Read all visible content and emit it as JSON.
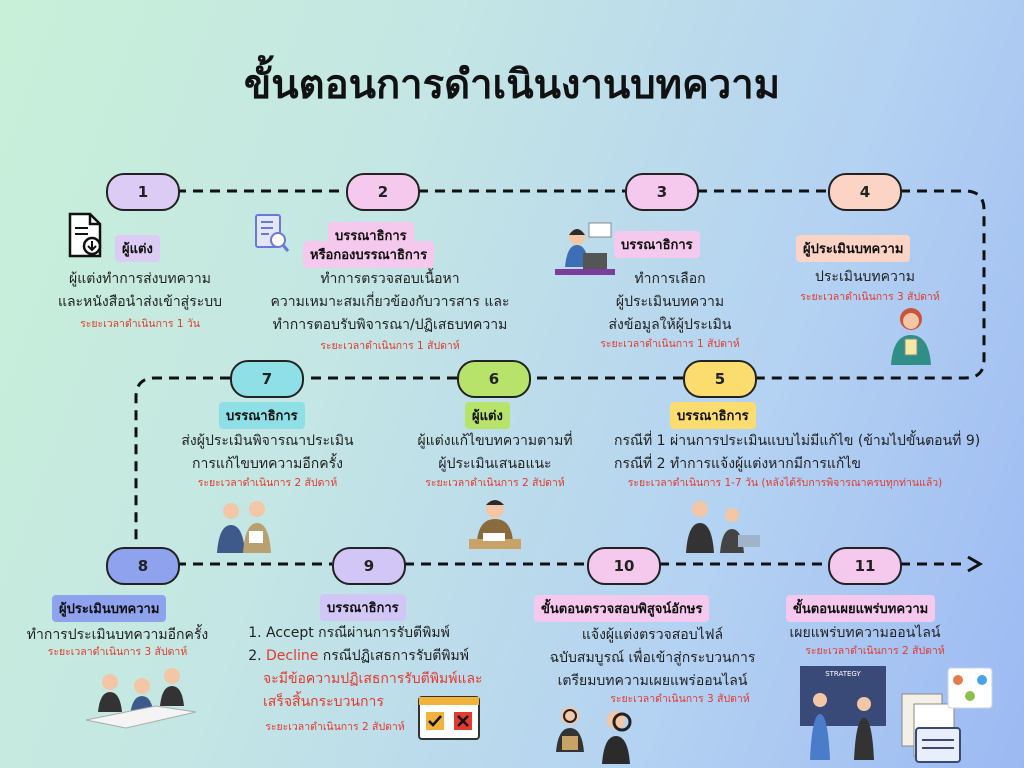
{
  "title": "ขั้นตอนการดำเนินงานบทความ",
  "steps": [
    {
      "num": "1",
      "role": "ผู้แต่ง",
      "lines": [
        "ผู้แต่งทำการส่งบทความ",
        "และหนังสือนำส่งเข้าสู่ระบบ"
      ],
      "duration": "ระยะเวลาดำเนินการ 1 วัน"
    },
    {
      "num": "2",
      "role_line1": "บรรณาธิการ",
      "role_line2": "หรือกองบรรณาธิการ",
      "lines": [
        "ทำการตรวจสอบเนื้อหา",
        "ความเหมาะสมเกี่ยวข้องกับวารสาร และ",
        "ทำการตอบรับพิจารณา/ปฏิเสธบทความ"
      ],
      "duration": "ระยะเวลาดำเนินการ 1 สัปดาห์"
    },
    {
      "num": "3",
      "role": "บรรณาธิการ",
      "lines": [
        "ทำการเลือก",
        "ผู้ประเมินบทความ",
        "ส่งข้อมูลให้ผู้ประเมิน"
      ],
      "duration": "ระยะเวลาดำเนินการ 1 สัปดาห์"
    },
    {
      "num": "4",
      "role": "ผู้ประเมินบทความ",
      "lines": [
        "ประเมินบทความ"
      ],
      "duration": "ระยะเวลาดำเนินการ 3 สัปดาห์"
    },
    {
      "num": "5",
      "role": "บรรณาธิการ",
      "lines": [
        "กรณีที่ 1 ผ่านการประเมินแบบไม่มีแก้ไข (ข้ามไปขั้นตอนที่ 9)",
        "กรณีที่ 2 ทำการแจ้งผู้แต่งหากมีการแก้ไข"
      ],
      "duration": "ระยะเวลาดำเนินการ 1-7 วัน (หลังได้รับการพิจารณาครบทุกท่านแล้ว)"
    },
    {
      "num": "6",
      "role": "ผู้แต่ง",
      "lines": [
        "ผู้แต่งแก้ไขบทความตามที่",
        "ผู้ประเมินเสนอแนะ"
      ],
      "duration": "ระยะเวลาดำเนินการ 2 สัปดาห์"
    },
    {
      "num": "7",
      "role": "บรรณาธิการ",
      "lines": [
        "ส่งผู้ประเมินพิจารณาประเมิน",
        "การแก้ไขบทความอีกครั้ง"
      ],
      "duration": "ระยะเวลาดำเนินการ 2 สัปดาห์"
    },
    {
      "num": "8",
      "role": "ผู้ประเมินบทความ",
      "lines": [
        "ทำการประเมินบทความอีกครั้ง"
      ],
      "duration": "ระยะเวลาดำเนินการ 3 สัปดาห์"
    },
    {
      "num": "9",
      "role": "บรรณาธิการ",
      "item1": "Accept กรณีผ่านการรับตีพิมพ์",
      "item2_word": "Decline",
      "item2_rest": " กรณีปฏิเสธการรับตีพิมพ์",
      "item2_red1": "จะมีข้อความปฏิเสธการรับตีพิมพ์และ",
      "item2_red2": "เสร็จสิ้นกระบวนการ",
      "duration": "ระยะเวลาดำเนินการ 2 สัปดาห์"
    },
    {
      "num": "10",
      "role": "ขั้นตอนตรวจสอบพิสูจน์อักษร",
      "lines": [
        "แจ้งผู้แต่งตรวจสอบไฟล์",
        "ฉบับสมบูรณ์ เพื่อเข้าสู่กระบวนการ",
        "เตรียมบทความเผยแพร่ออนไลน์"
      ],
      "duration": "ระยะเวลาดำเนินการ 3 สัปดาห์"
    },
    {
      "num": "11",
      "role": "ขั้นตอนเผยแพร่บทความ",
      "lines": [
        "เผยแพร่บทความออนไลน์"
      ],
      "duration": "ระยะเวลาดำเนินการ 2 สัปดาห์"
    }
  ],
  "board_label": "STRATEGY",
  "colors": {
    "purple": "#dccbf5",
    "pink": "#f5c9ee",
    "peach": "#fbd4c6",
    "teal": "#8ee0e6",
    "green": "#b8e36a",
    "yellow": "#fbdc6f",
    "blue": "#8ea2ee",
    "lavender": "#d2c6f7",
    "red": "#e23a2e"
  }
}
